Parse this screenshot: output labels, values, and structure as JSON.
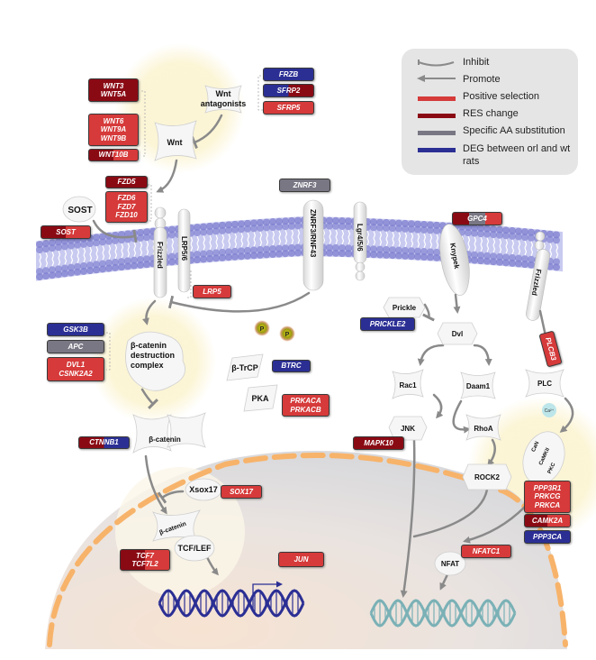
{
  "legend": {
    "items": [
      {
        "label": "Inhibit",
        "type": "inhibit-arrow"
      },
      {
        "label": "Promote",
        "type": "promote-arrow"
      },
      {
        "label": "Positive selection",
        "color": "#d63a3a"
      },
      {
        "label": "RES change",
        "color": "#8a0a14"
      },
      {
        "label": "Specific AA substitution",
        "color": "#7a7784"
      },
      {
        "label": "DEG between orl and wt rats",
        "color": "#2b2f94"
      }
    ]
  },
  "colors": {
    "positive_selection": "#d63a3a",
    "res_change": "#8a0a14",
    "specific_aa": "#7a7784",
    "deg": "#2b2f94",
    "membrane": "#7d7fcf",
    "nucleus_envelope": "#f7b36a",
    "arrow": "#8a8a8a"
  },
  "nodes": {
    "wnt_antagonists": "Wnt antagonists",
    "wnt": "Wnt",
    "sost": "SOST",
    "frizzled_left": "Frizzled",
    "lrp56": "LRP5/6",
    "znrf3_rnf43": "ZNRF3/RNF43",
    "lgr456": "Lgr4/5/6",
    "knypek": "Knypek",
    "frizzled_right": "Frizzled",
    "destruction_complex": "β-catenin destruction complex",
    "beta_trcp": "β-TrCP",
    "pka": "PKA",
    "beta_catenin_cyto": "β-catenin",
    "xsox17": "Xsox17",
    "beta_catenin_nuc": "β-catenin",
    "tcf_lef": "TCF/LEF",
    "prickle": "Prickle",
    "dvl": "Dvl",
    "rac1": "Rac1",
    "daam1": "Daam1",
    "jnk": "JNK",
    "rhoa": "RhoA",
    "rock2": "ROCK2",
    "plc": "PLC",
    "ca": "Ca²⁺",
    "can_camkii_pkc": "CaN CaMKII PKC",
    "nfat": "NFAT",
    "phospho": "P"
  },
  "genes": [
    {
      "id": "wnt3",
      "lines": [
        "WNT3",
        "WNT5A"
      ],
      "colors": [
        "#8a0a14"
      ]
    },
    {
      "id": "wnt6",
      "lines": [
        "WNT6",
        "WNT9A",
        "WNT9B"
      ],
      "colors": [
        "#d63a3a"
      ]
    },
    {
      "id": "wnt10b",
      "lines": [
        "WNT10B"
      ],
      "colors": [
        "#8a0a14",
        "#d63a3a"
      ]
    },
    {
      "id": "frzb",
      "lines": [
        "FRZB"
      ],
      "colors": [
        "#2b2f94"
      ]
    },
    {
      "id": "sfrp2",
      "lines": [
        "SFRP2"
      ],
      "colors": [
        "#2b2f94",
        "#8a0a14"
      ]
    },
    {
      "id": "sfrp5",
      "lines": [
        "SFRP5"
      ],
      "colors": [
        "#d63a3a"
      ]
    },
    {
      "id": "fzd5",
      "lines": [
        "FZD5"
      ],
      "colors": [
        "#8a0a14"
      ]
    },
    {
      "id": "fzd6",
      "lines": [
        "FZD6",
        "FZD7",
        "FZD10"
      ],
      "colors": [
        "#d63a3a"
      ]
    },
    {
      "id": "sost",
      "lines": [
        "SOST"
      ],
      "colors": [
        "#8a0a14",
        "#d63a3a"
      ]
    },
    {
      "id": "znrf3",
      "lines": [
        "ZNRF3"
      ],
      "colors": [
        "#7a7784"
      ]
    },
    {
      "id": "gpc4",
      "lines": [
        "GPC4"
      ],
      "colors": [
        "#8a0a14",
        "#7a7784",
        "#d63a3a"
      ]
    },
    {
      "id": "lrp5",
      "lines": [
        "LRP5"
      ],
      "colors": [
        "#d63a3a"
      ]
    },
    {
      "id": "gsk3b",
      "lines": [
        "GSK3B"
      ],
      "colors": [
        "#2b2f94"
      ]
    },
    {
      "id": "apc",
      "lines": [
        "APC"
      ],
      "colors": [
        "#7a7784"
      ]
    },
    {
      "id": "dvl1",
      "lines": [
        "DVL1",
        "CSNK2A2"
      ],
      "colors": [
        "#d63a3a"
      ]
    },
    {
      "id": "btrc",
      "lines": [
        "BTRC"
      ],
      "colors": [
        "#2b2f94"
      ]
    },
    {
      "id": "prkaca",
      "lines": [
        "PRKACA",
        "PRKACB"
      ],
      "colors": [
        "#d63a3a"
      ]
    },
    {
      "id": "prickle2",
      "lines": [
        "PRICKLE2"
      ],
      "colors": [
        "#2b2f94"
      ]
    },
    {
      "id": "plcb3",
      "lines": [
        "PLCB3"
      ],
      "colors": [
        "#d63a3a"
      ]
    },
    {
      "id": "ctnnb1",
      "lines": [
        "CTNNB1"
      ],
      "colors": [
        "#8a0a14",
        "#2b2f94"
      ]
    },
    {
      "id": "mapk10",
      "lines": [
        "MAPK10"
      ],
      "colors": [
        "#8a0a14"
      ]
    },
    {
      "id": "sox17",
      "lines": [
        "SOX17"
      ],
      "colors": [
        "#d63a3a"
      ]
    },
    {
      "id": "tcf7",
      "lines": [
        "TCF7",
        "TCF7L2"
      ],
      "colors": [
        "#8a0a14",
        "#d63a3a"
      ]
    },
    {
      "id": "jun",
      "lines": [
        "JUN"
      ],
      "colors": [
        "#d63a3a"
      ]
    },
    {
      "id": "ppp3r1",
      "lines": [
        "PPP3R1",
        "PRKCG",
        "PRKCA"
      ],
      "colors": [
        "#d63a3a"
      ]
    },
    {
      "id": "camk2a",
      "lines": [
        "CAMK2A"
      ],
      "colors": [
        "#8a0a14",
        "#d63a3a"
      ]
    },
    {
      "id": "ppp3ca",
      "lines": [
        "PPP3CA"
      ],
      "colors": [
        "#2b2f94"
      ]
    },
    {
      "id": "nfatc1",
      "lines": [
        "NFATC1"
      ],
      "colors": [
        "#d63a3a"
      ]
    }
  ]
}
